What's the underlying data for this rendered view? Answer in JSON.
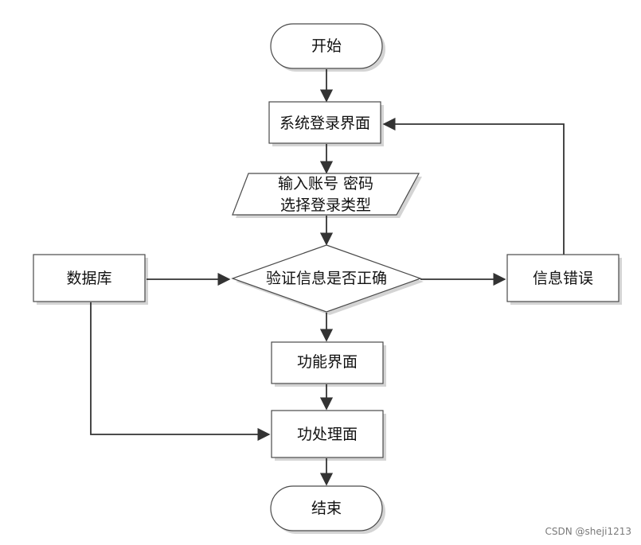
{
  "diagram": {
    "start": "开始",
    "login_screen": "系统登录界面",
    "input_line1": "输入账号 密码",
    "input_line2": "选择登录类型",
    "database": "数据库",
    "verify": "验证信息是否正确",
    "error": "信息错误",
    "function_screen": "功能界面",
    "process": "功处理面",
    "end": "结束"
  },
  "watermark": "CSDN @sheji1213",
  "colors": {
    "stroke": "#4a4a4a",
    "shadow": "#d0d0d0",
    "text": "#111111"
  }
}
